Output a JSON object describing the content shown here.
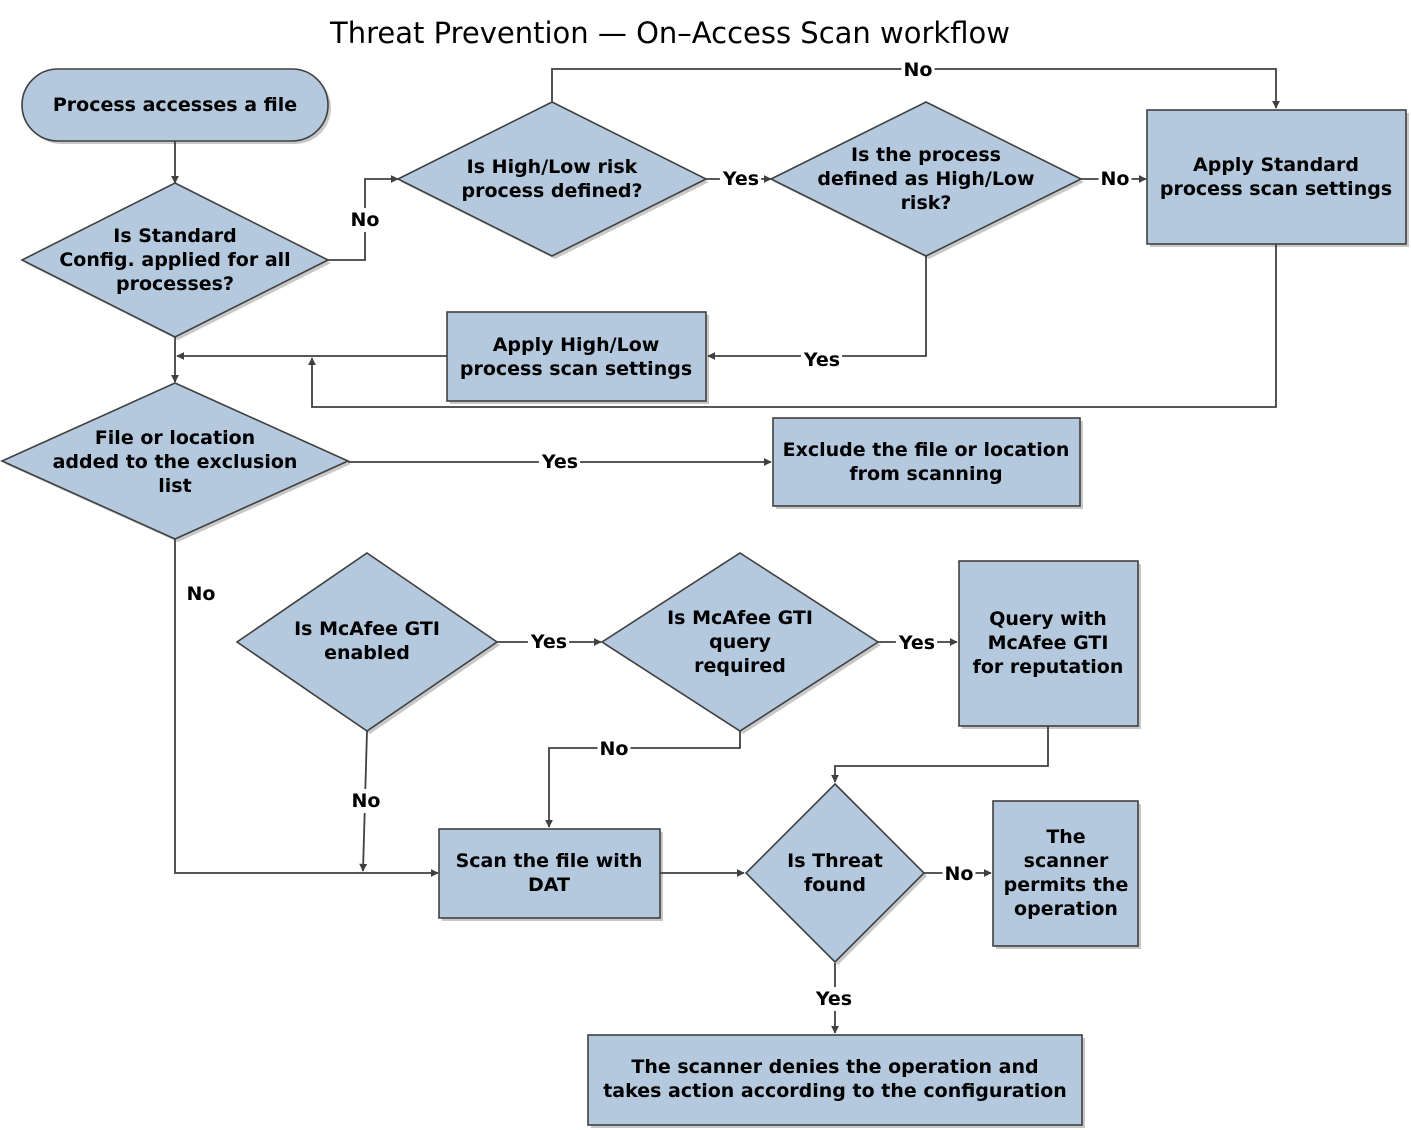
{
  "title": "Threat Prevention  —  On–Access Scan workflow",
  "colors": {
    "node_fill": "#b4c8de",
    "stroke": "#404040",
    "shadow": "#9a9a9a"
  },
  "nodes": {
    "start": [
      "Process accesses a file"
    ],
    "q_standard": [
      "Is Standard",
      "Config. applied for all",
      "processes?"
    ],
    "q_risk_defined": [
      "Is High/Low risk",
      "process defined?"
    ],
    "q_process_risk": [
      "Is the process",
      "defined as High/Low",
      "risk?"
    ],
    "apply_standard": [
      "Apply Standard",
      "process scan settings"
    ],
    "apply_highlow": [
      "Apply High/Low",
      "process scan settings"
    ],
    "q_exclusion": [
      "File or location",
      "added to the exclusion",
      "list"
    ],
    "exclude": [
      "Exclude the file or location",
      "from scanning"
    ],
    "q_gti_enabled": [
      "Is McAfee GTI",
      "enabled"
    ],
    "q_gti_required": [
      "Is McAfee GTI",
      "query",
      "required"
    ],
    "query_gti": [
      "Query with",
      "McAfee GTI",
      "for reputation"
    ],
    "scan_dat": [
      "Scan the file with",
      "DAT"
    ],
    "q_threat": [
      "Is Threat",
      "found"
    ],
    "permit": [
      "The",
      "scanner",
      "permits the",
      "operation"
    ],
    "deny": [
      "The scanner denies the operation and",
      "takes action according to the configuration"
    ]
  },
  "edge_labels": {
    "risk_no": "No",
    "standard_no": "No",
    "risk_yes": "Yes",
    "process_no": "No",
    "process_yes": "Yes",
    "exclusion_yes": "Yes",
    "exclusion_no": "No",
    "gti_enabled_yes": "Yes",
    "gti_enabled_no": "No",
    "gti_required_yes": "Yes",
    "gti_required_no": "No",
    "threat_no": "No",
    "threat_yes": "Yes"
  }
}
